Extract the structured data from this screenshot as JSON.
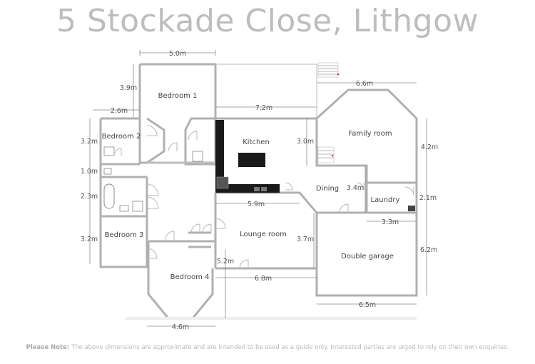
{
  "title": "5 Stockade Close, Lithgow",
  "rooms": {
    "bedroom1": "Bedroom 1",
    "bedroom2": "Bedroom 2",
    "bedroom3": "Bedroom 3",
    "bedroom4": "Bedroom 4",
    "kitchen": "Kitchen",
    "family": "Family room",
    "dining": "Dining",
    "laundry": "Laundry",
    "lounge": "Lounge room",
    "garage": "Double garage"
  },
  "dimensions": {
    "d1": "5.0m",
    "d2": "3.9m",
    "d3": "2.6m",
    "d4": "7.2m",
    "d5": "6.6m",
    "d6": "3.2m",
    "d7": "1.0m",
    "d8": "2.3m",
    "d9": "3.2m",
    "d10": "3.0m",
    "d11": "4.2m",
    "d12": "3.4m",
    "d13": "2.1m",
    "d14": "5.9m",
    "d15": "3.3m",
    "d16": "3.7m",
    "d17": "6.2m",
    "d18": "5.2m",
    "d19": "6.8m",
    "d20": "6.5m",
    "d21": "4.6m"
  },
  "note": {
    "label": "Please Note:",
    "text": "The above dimensions are approximate and are intended to be used as a guide only. Interested parties are urged to rely on their own enquiries."
  }
}
